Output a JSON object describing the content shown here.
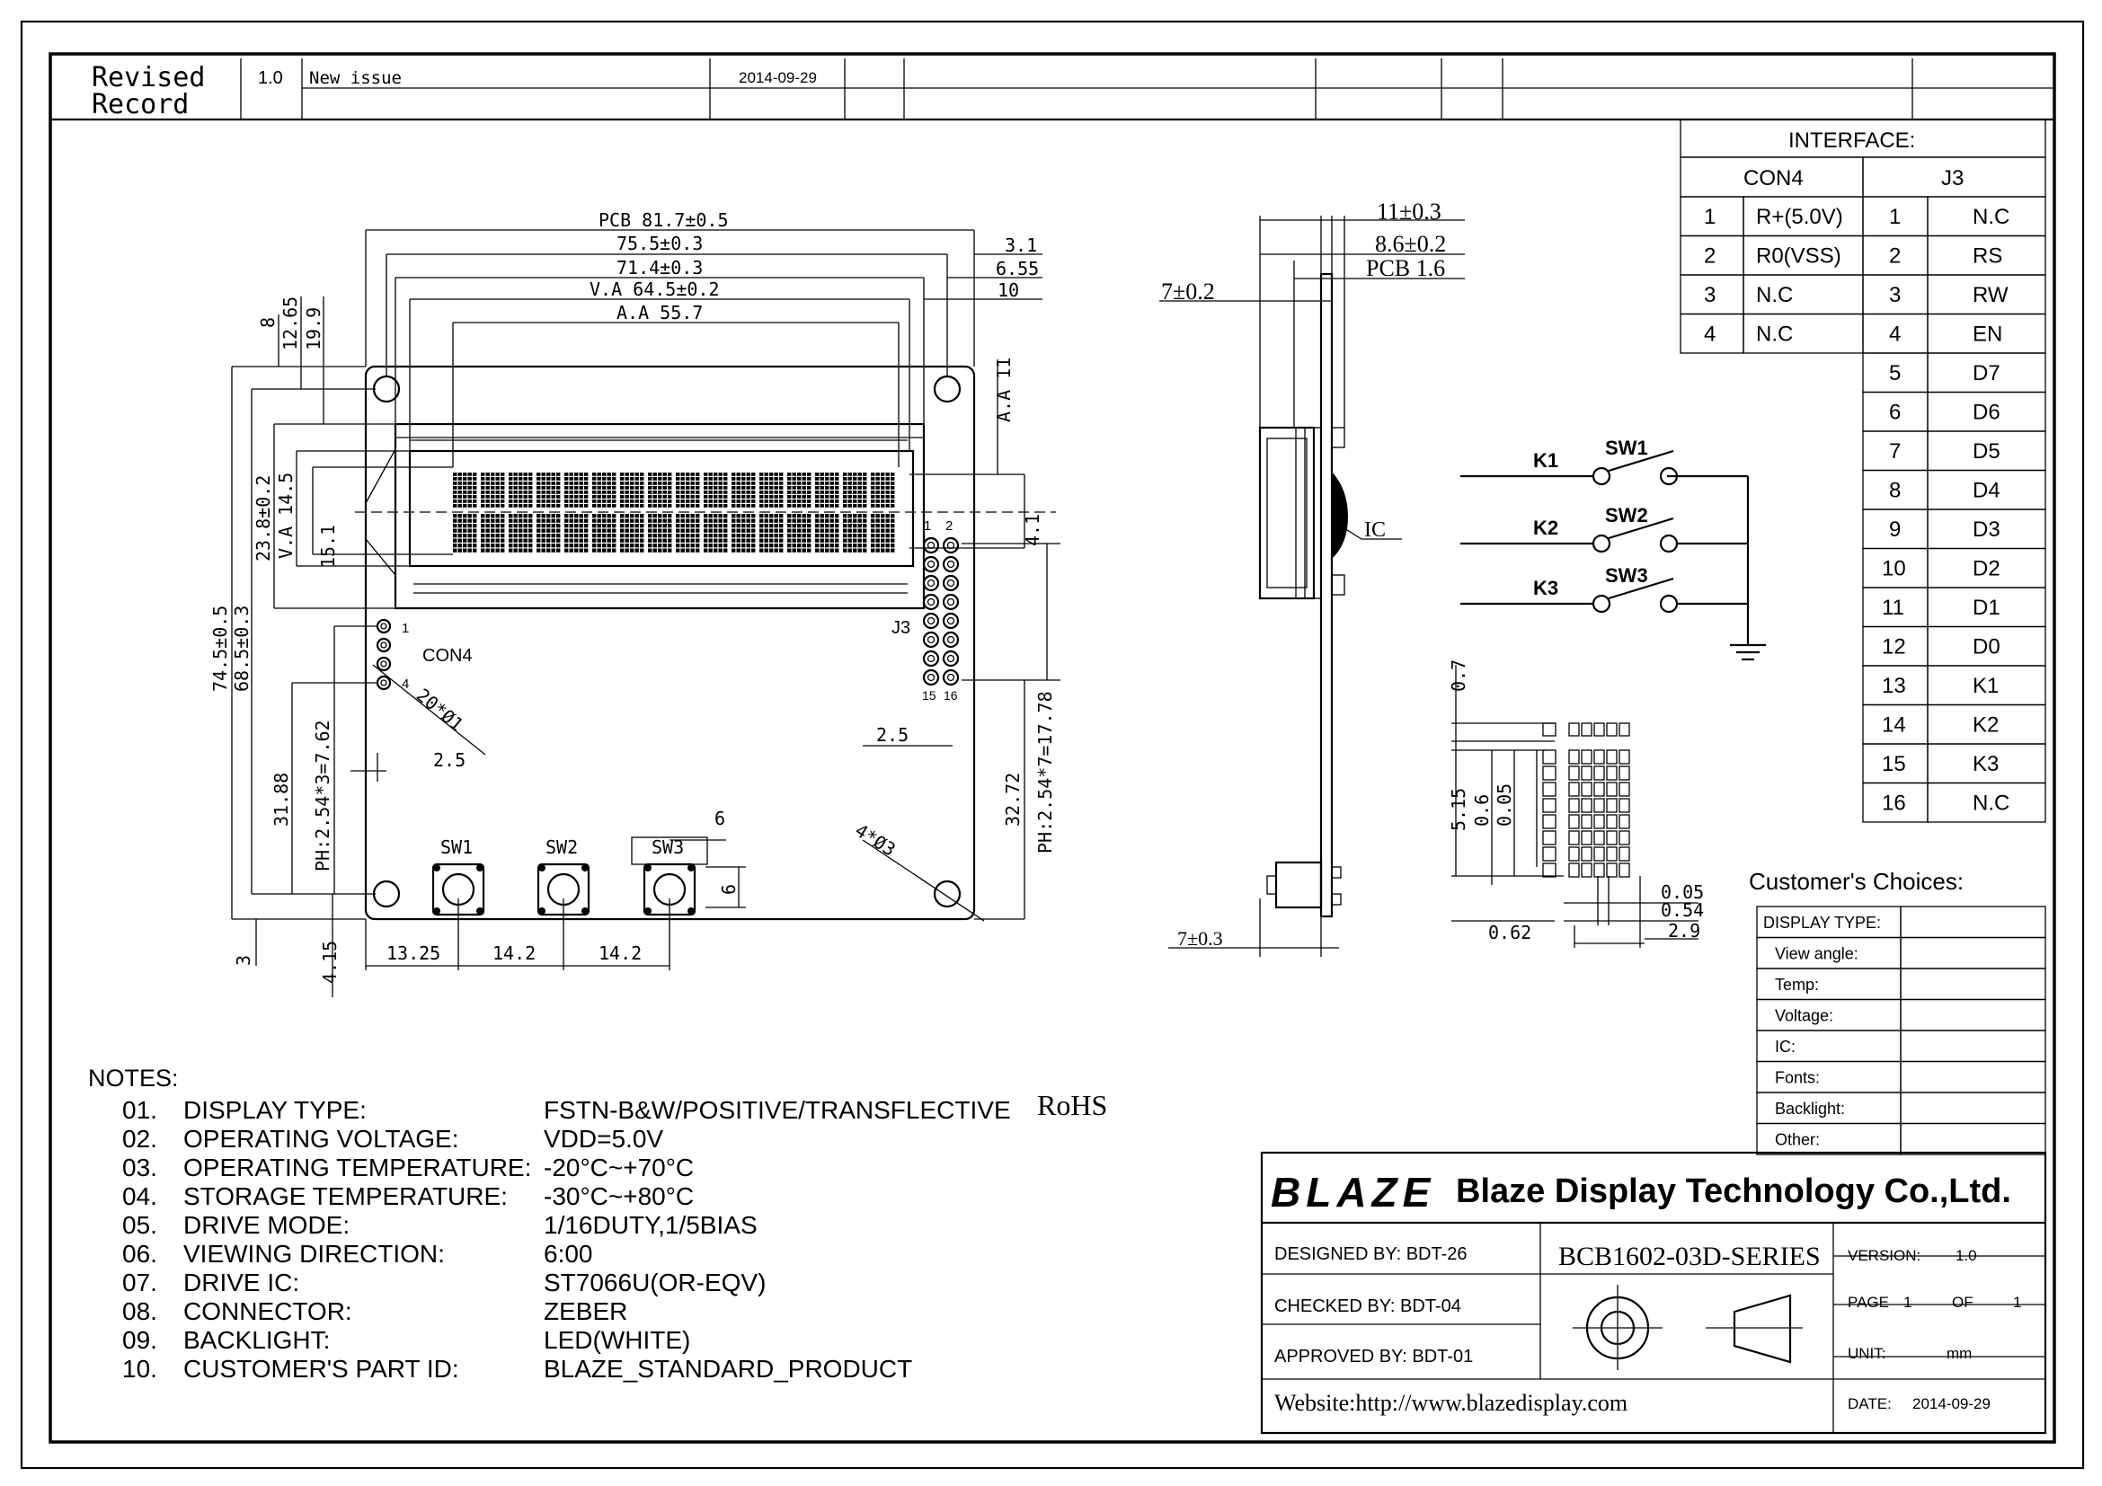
{
  "revision": {
    "label_line1": "Revised",
    "label_line2": "Record",
    "version": "1.0",
    "description": "New issue",
    "date": "2014-09-29"
  },
  "interface": {
    "title": "INTERFACE:",
    "con4_header": "CON4",
    "j3_header": "J3",
    "con4": [
      {
        "pin": "1",
        "name": "R+(5.0V)"
      },
      {
        "pin": "2",
        "name": "R0(VSS)"
      },
      {
        "pin": "3",
        "name": "N.C"
      },
      {
        "pin": "4",
        "name": "N.C"
      }
    ],
    "j3": [
      {
        "pin": "1",
        "name": "N.C"
      },
      {
        "pin": "2",
        "name": "RS"
      },
      {
        "pin": "3",
        "name": "RW"
      },
      {
        "pin": "4",
        "name": "EN"
      },
      {
        "pin": "5",
        "name": "D7"
      },
      {
        "pin": "6",
        "name": "D6"
      },
      {
        "pin": "7",
        "name": "D5"
      },
      {
        "pin": "8",
        "name": "D4"
      },
      {
        "pin": "9",
        "name": "D3"
      },
      {
        "pin": "10",
        "name": "D2"
      },
      {
        "pin": "11",
        "name": "D1"
      },
      {
        "pin": "12",
        "name": "D0"
      },
      {
        "pin": "13",
        "name": "K1"
      },
      {
        "pin": "14",
        "name": "K2"
      },
      {
        "pin": "15",
        "name": "K3"
      },
      {
        "pin": "16",
        "name": "N.C"
      }
    ]
  },
  "front_view": {
    "dims_top": [
      "PCB 81.7±0.5",
      "75.5±0.3",
      "71.4±0.3",
      "V.A 64.5±0.2",
      "A.A 55.7"
    ],
    "dims_right_top": [
      "3.1",
      "6.55",
      "10"
    ],
    "dims_left_top": [
      "8",
      "12.65",
      "19.9"
    ],
    "dims_left": [
      "74.5±0.5",
      "68.5±0.3",
      "23.8±0.2",
      "V.A 14.5",
      "15.1",
      "31.88",
      "PH:2.54*3=7.62"
    ],
    "dims_right": [
      "A.A 11",
      "4.1",
      "32.72",
      "PH:2.54*7=17.78"
    ],
    "dims_bottom": [
      "13.25",
      "14.2",
      "14.2",
      "3",
      "4.15"
    ],
    "dim_hole": "20*Ø1",
    "dim_mount": "4*Ø3",
    "dim_25_left": "2.5",
    "dim_25_right": "2.5",
    "dim_sw_6a": "6",
    "dim_sw_6b": "6",
    "con4_label": "CON4",
    "j3_label": "J3",
    "con4_pin1": "1",
    "con4_pin4": "4",
    "j3_pin1": "1",
    "j3_pin2": "2",
    "j3_pin15": "15",
    "j3_pin16": "16",
    "switches": [
      "SW1",
      "SW2",
      "SW3"
    ]
  },
  "side_view": {
    "dims": [
      "11±0.3",
      "8.6±0.2",
      "PCB 1.6",
      "7±0.2",
      "7±0.3"
    ],
    "ic_label": "IC"
  },
  "schematic": {
    "keys": [
      "K1",
      "K2",
      "K3"
    ],
    "switches": [
      "SW1",
      "SW2",
      "SW3"
    ]
  },
  "pixel_detail": {
    "dims": [
      "0.7",
      "5.15",
      "0.6",
      "0.05",
      "0.05",
      "0.54",
      "0.62",
      "2.9"
    ]
  },
  "customer_choices": {
    "title": "Customer's  Choices:",
    "rows": [
      "DISPLAY TYPE:",
      "View angle:",
      "Temp:",
      "Voltage:",
      "IC:",
      "Fonts:",
      "Backlight:",
      "Other:"
    ]
  },
  "notes": {
    "title": "NOTES:",
    "items": [
      {
        "num": "01.",
        "label": "DISPLAY  TYPE:",
        "value": "FSTN-B&W/POSITIVE/TRANSFLECTIVE",
        "extra": "RoHS"
      },
      {
        "num": "02.",
        "label": "OPERATING  VOLTAGE:",
        "value": "VDD=5.0V"
      },
      {
        "num": "03.",
        "label": "OPERATING  TEMPERATURE:",
        "value": "-20°C~+70°C"
      },
      {
        "num": "04.",
        "label": "STORAGE  TEMPERATURE:",
        "value": "-30°C~+80°C"
      },
      {
        "num": "05.",
        "label": "DRIVE  MODE:",
        "value": "1/16DUTY,1/5BIAS"
      },
      {
        "num": "06.",
        "label": "VIEWING  DIRECTION:",
        "value": "6:00"
      },
      {
        "num": "07.",
        "label": "DRIVE  IC:",
        "value": "ST7066U(OR-EQV)"
      },
      {
        "num": "08.",
        "label": "CONNECTOR:",
        "value": "ZEBER"
      },
      {
        "num": "09.",
        "label": "BACKLIGHT:",
        "value": "LED(WHITE)"
      },
      {
        "num": "10.",
        "label": "CUSTOMER'S  PART  ID:",
        "value": "BLAZE_STANDARD_PRODUCT"
      }
    ]
  },
  "title_block": {
    "logo_text": "BLAZE",
    "company": "Blaze Display Technology Co.,Ltd.",
    "designed_by": "DESIGNED  BY:  BDT-26",
    "checked_by": "CHECKED  BY:  BDT-04",
    "approved_by": "APPROVED  BY: BDT-01",
    "part_number": "BCB1602-03D-SERIES",
    "version_label": "VERSION:",
    "version_value": "1.0",
    "page_label": "PAGE",
    "page_value": "1",
    "of_label": "OF",
    "of_value": "1",
    "unit_label": "UNIT:",
    "unit_value": "mm",
    "date_label": "DATE:",
    "date_value": "2014-09-29",
    "website": "Website:http://www.blazedisplay.com"
  }
}
